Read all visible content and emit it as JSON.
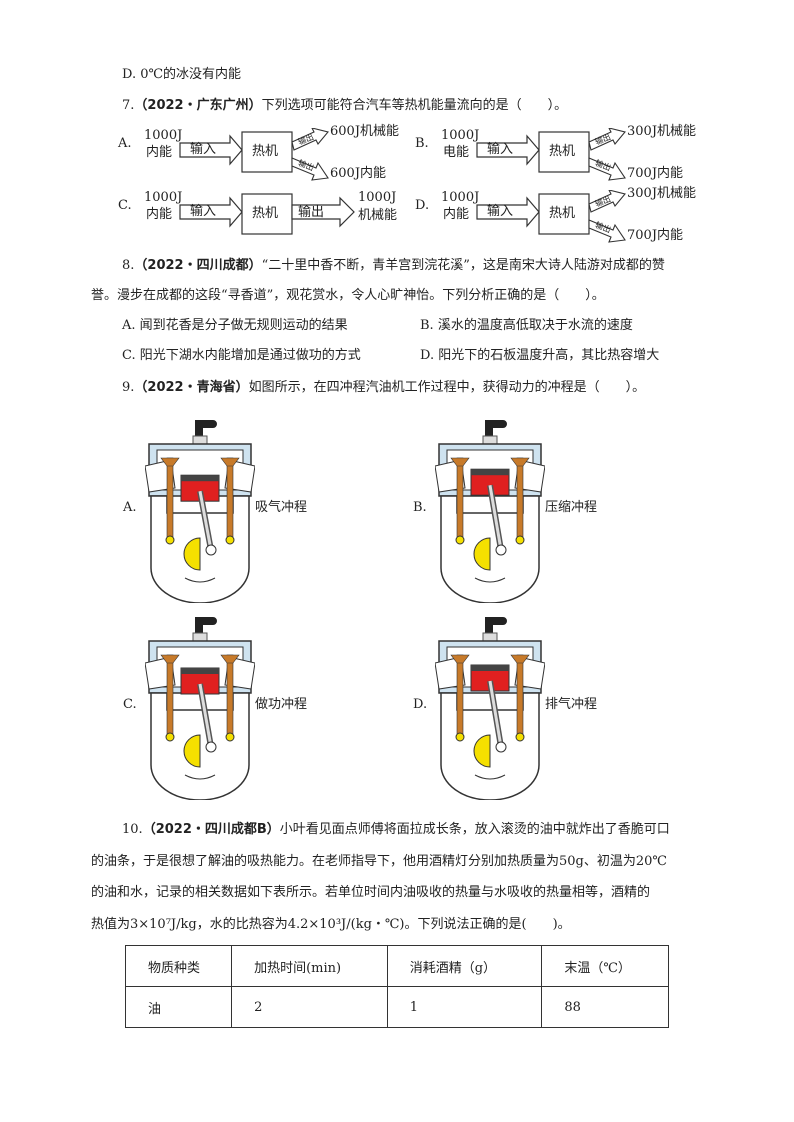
{
  "q6": {
    "option_d": "D. 0℃的冰没有内能"
  },
  "q7": {
    "number": "7.",
    "source": "（2022・广东广州）",
    "stem": "下列选项可能符合汽车等热机能量流向的是（　　）。",
    "diagrams": [
      {
        "letter": "A.",
        "input_amount": "1000J",
        "input_type": "内能",
        "input_label": "输入",
        "engine": "热机",
        "outputs": [
          {
            "arrow": "输出",
            "label": "600J机械能"
          },
          {
            "arrow": "输出",
            "label": "600J内能"
          }
        ]
      },
      {
        "letter": "B.",
        "input_amount": "1000J",
        "input_type": "电能",
        "input_label": "输入",
        "engine": "热机",
        "outputs": [
          {
            "arrow": "输出",
            "label": "300J机械能"
          },
          {
            "arrow": "输出",
            "label": "700J内能"
          }
        ]
      },
      {
        "letter": "C.",
        "input_amount": "1000J",
        "input_type": "内能",
        "input_label": "输入",
        "engine": "热机",
        "outputs": [
          {
            "arrow": "输出",
            "label": "1000J",
            "label2": "机械能"
          }
        ]
      },
      {
        "letter": "D.",
        "input_amount": "1000J",
        "input_type": "内能",
        "input_label": "输入",
        "engine": "热机",
        "outputs": [
          {
            "arrow": "输出",
            "label": "300J机械能"
          },
          {
            "arrow": "输出",
            "label": "700J内能"
          }
        ]
      }
    ]
  },
  "q8": {
    "number": "8.",
    "source": "（2022・四川成都）",
    "line1": "“二十里中香不断，青羊宫到浣花溪”，这是南宋大诗人陆游对成都的赞",
    "line2": "誉。漫步在成都的这段“寻香道”，观花赏水，令人心旷神怡。下列分析正确的是（　　）。",
    "options": [
      "A. 闻到花香是分子做无规则运动的结果",
      "B. 溪水的温度高低取决于水流的速度",
      "C. 阳光下湖水内能增加是通过做功的方式",
      "D. 阳光下的石板温度升高，其比热容增大"
    ]
  },
  "q9": {
    "number": "9.",
    "source": "（2022・青海省）",
    "stem": "如图所示，在四冲程汽油机工作过程中，获得动力的冲程是（　　）。",
    "options": [
      {
        "letter": "A.",
        "label": "吸气冲程"
      },
      {
        "letter": "B.",
        "label": "压缩冲程"
      },
      {
        "letter": "C.",
        "label": "做功冲程"
      },
      {
        "letter": "D.",
        "label": "排气冲程"
      }
    ]
  },
  "q10": {
    "number": "10.",
    "source": "（2022・四川成都B）",
    "line1": "小叶看见面点师傅将面拉成长条，放入滚烫的油中就炸出了香脆可口",
    "line2": "的油条，于是很想了解油的吸热能力。在老师指导下，他用酒精灯分别加热质量为50g、初温为20℃",
    "line3": "的油和水，记录的相关数据如下表所示。若单位时间内油吸收的热量与水吸收的热量相等，酒精的",
    "line4": "热值为3×10⁷J/kg，水的比热容为4.2×10³J/(kg・℃)。下列说法正确的是(　　)。",
    "table": {
      "headers": [
        "物质种类",
        "加热时间(min)",
        "消耗酒精（g）",
        "末温（℃）"
      ],
      "rows": [
        [
          "油",
          "2",
          "1",
          "88"
        ]
      ]
    }
  },
  "colors": {
    "engine_blue": "#cfe3f0",
    "piston_red": "#e02020",
    "crank_yellow": "#f5e000",
    "valve_brown": "#c77a2a"
  }
}
